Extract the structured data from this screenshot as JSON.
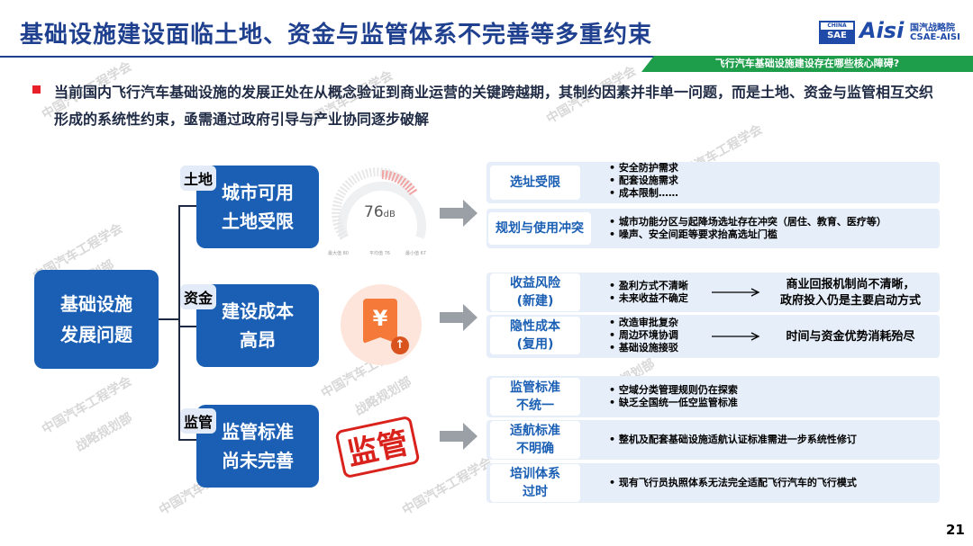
{
  "header": {
    "title": "基础设施建设面临土地、资金与监管体系不完善等多重约束",
    "banner": "飞行汽车基础设施建设存在哪些核心障碍?",
    "logo": {
      "box_top": "CHINA",
      "box_bottom": "SAE",
      "brand": "Aisi",
      "cn": "国汽战略院",
      "en": "CSAE-AISI"
    }
  },
  "intro": "当前国内飞行汽车基础设施的发展正处在从概念验证到商业运营的关键跨越期，其制约因素并非单一问题，而是土地、资金与监管相互交织形成的系统性约束，亟需通过政府引导与产业协同逐步破解",
  "root": {
    "line1": "基础设施",
    "line2": "发展问题"
  },
  "branches": [
    {
      "tag": "土地",
      "line1": "城市可用",
      "line2": "土地受限",
      "icon": "noise-meter-icon"
    },
    {
      "tag": "资金",
      "line1": "建设成本",
      "line2": "高昂",
      "icon": "yuan-cost-icon"
    },
    {
      "tag": "监管",
      "line1": "监管标准",
      "line2": "尚未完善",
      "icon": "regulation-stamp-icon"
    }
  ],
  "meter": {
    "value": "76",
    "unit": "dB",
    "labels": [
      "最大值 80",
      "平均值 76",
      "最小值 67"
    ]
  },
  "stamp": {
    "text": "监管"
  },
  "yuan": {
    "symbol": "¥"
  },
  "details": {
    "land": [
      {
        "label": "选址受限",
        "items": [
          "安全防护需求",
          "配套设施需求",
          "成本限制……"
        ]
      },
      {
        "label": "规划与使用冲突",
        "items": [
          "城市功能分区与起降场选址存在冲突（居住、教育、医疗等）",
          "噪声、安全间距等要求抬高选址门槛"
        ]
      }
    ],
    "cost": [
      {
        "label1": "收益风险",
        "label2": "(新建)",
        "items": [
          "盈利方式不清晰",
          "未来收益不确定"
        ],
        "note1": "商业回报机制尚不清晰，",
        "note2": "政府投入仍是主要启动方式"
      },
      {
        "label1": "隐性成本",
        "label2": "(复用)",
        "items": [
          "改造审批复杂",
          "周边环境协调",
          "基础设施接驳"
        ],
        "note1": "时间与资金优势消耗殆尽"
      }
    ],
    "reg": [
      {
        "label1": "监管标准",
        "label2": "不统一",
        "items": [
          "空域分类管理规则仍在探索",
          "缺乏全国统一低空监管标准"
        ]
      },
      {
        "label1": "适航标准",
        "label2": "不明确",
        "items": [
          "整机及配套基础设施适航认证标准需进一步系统性修订"
        ]
      },
      {
        "label1": "培训体系",
        "label2": "过时",
        "items": [
          "现有飞行员执照体系无法完全适配飞行汽车的飞行模式"
        ]
      }
    ]
  },
  "watermarks": [
    "中国汽车工程学会",
    "战略规划部"
  ],
  "page_number": "21",
  "colors": {
    "navy": "#1a5fb4",
    "title": "#1f3f8f",
    "banner": "#1e9e4b",
    "stamp": "#d9221c",
    "panel": "#e6eef9"
  }
}
